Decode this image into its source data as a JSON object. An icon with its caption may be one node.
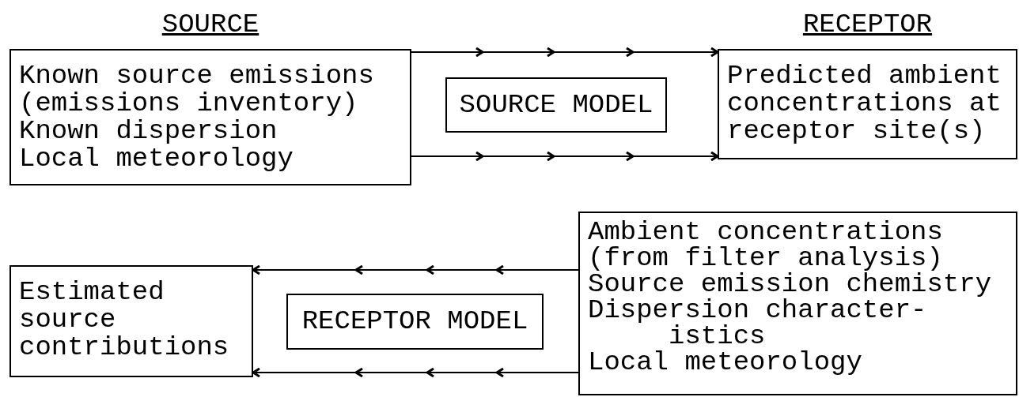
{
  "diagram": {
    "nodes": [
      {
        "text": [
          "SOURCE",
          "Known source emissions (emissions inventory)",
          "Known dispersion",
          "Local meteorology"
        ]
      },
      {
        "text": [
          "SOURCE MODEL"
        ]
      },
      {
        "text": [
          "RECEPTOR",
          "Predicted ambient concentrations at receptor site(s)"
        ]
      },
      {
        "text": [
          "Estimated source contributions"
        ]
      },
      {
        "text": [
          "RECEPTOR MODEL"
        ]
      },
      {
        "text": [
          "Ambient concentrations (from filter analysis)",
          "Source emission chemistry",
          "Dispersion character- istics",
          "Local meteorology"
        ]
      }
    ],
    "edges": [
      {
        "from": 0,
        "to": 2,
        "arrow": "to"
      },
      {
        "from": 0,
        "to": 2,
        "arrow": "to"
      },
      {
        "from": 5,
        "to": 3,
        "arrow": "to"
      },
      {
        "from": 5,
        "to": 3,
        "arrow": "to"
      }
    ]
  }
}
